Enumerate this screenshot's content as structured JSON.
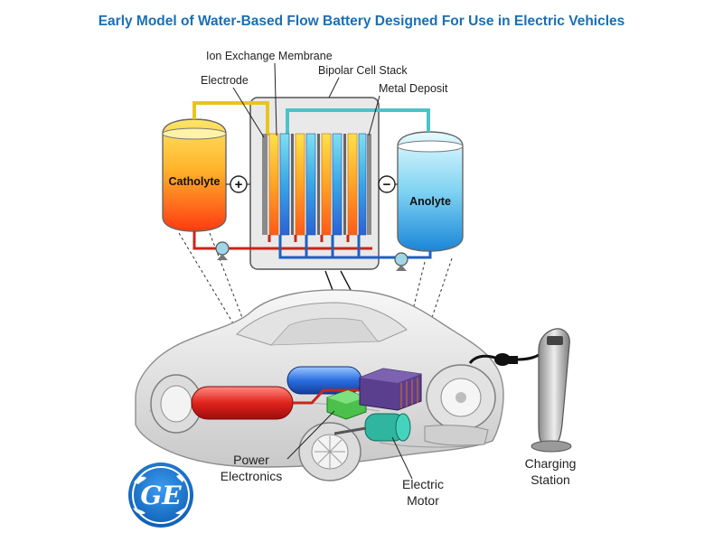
{
  "title": "Early Model of Water-Based Flow Battery Designed For Use in Electric Vehicles",
  "labels": {
    "ion_exchange_membrane": "Ion Exchange Membrane",
    "bipolar_cell_stack": "Bipolar Cell Stack",
    "electrode": "Electrode",
    "metal_deposit": "Metal Deposit",
    "catholyte": "Catholyte",
    "anolyte": "Anolyte",
    "plus_sign": "+",
    "minus_sign": "−",
    "power_electronics_line1": "Power",
    "power_electronics_line2": "Electronics",
    "electric_motor_line1": "Electric",
    "electric_motor_line2": "Motor",
    "charging_station_line1": "Charging",
    "charging_station_line2": "Station",
    "logo_text": "GE"
  },
  "colors": {
    "title": "#1a6fb5",
    "catholyte_top": "#ffe566",
    "catholyte_bottom": "#ff3a12",
    "anolyte_top": "#e6fbff",
    "anolyte_bottom": "#1a86d8",
    "catholyte_pipe": "#c8261c",
    "anolyte_pipe": "#1f5fc4",
    "power_electronics": "#4cc04c",
    "electric_motor": "#2fb5a0",
    "logo": "#1a78d0"
  }
}
